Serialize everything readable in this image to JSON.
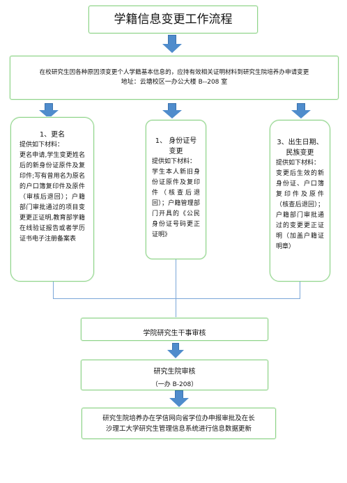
{
  "title": "学籍信息变更工作流程",
  "intro": {
    "line1": "在校研究生因各种原因须变更个人学籍基本信息的，应持有效相关证明材料到研究生院培养办申请变更",
    "line2": "地址：云塘校区一办公大楼 B--208 室"
  },
  "columns": [
    {
      "title": "1、更名",
      "sub": "提供如下材料：",
      "body": "更名申请,学生变更姓名后的新身份证原件及复印件;写有曾用名为原名的户口簿复印件及原件（审核后退回）；户籍部门审批通过的项目变更更正证明,教育部学籍在线验证报告或者学历证书电子注册备案表"
    },
    {
      "title_line1": "1、  身份证号",
      "title_line2": "变更",
      "sub": "提供如下材料：",
      "body": "学生本人新旧身份证原件及复印件（核查后退回）；户籍管理部门开具的《公民身份证号码更正证明》"
    },
    {
      "title_line1": "3、出生日期、",
      "title_line2": "民族变更",
      "sub": "提供如下材料：",
      "body": "变更后生效的新身份证、户口簿复印件及原件（核查后退回）；户籍部门审批通过的变更更正证明（加盖户籍证明章）"
    }
  ],
  "step_college": "学院研究生干事审核",
  "step_grad": {
    "line1": "研究生院审核",
    "line2": "（一办 B-208）"
  },
  "step_final": {
    "line1": "研究生院培养办在学信网向省学位办申报审批及在长",
    "line2": "沙理工大学研究生管理信息系统进行信息数据更新"
  }
}
